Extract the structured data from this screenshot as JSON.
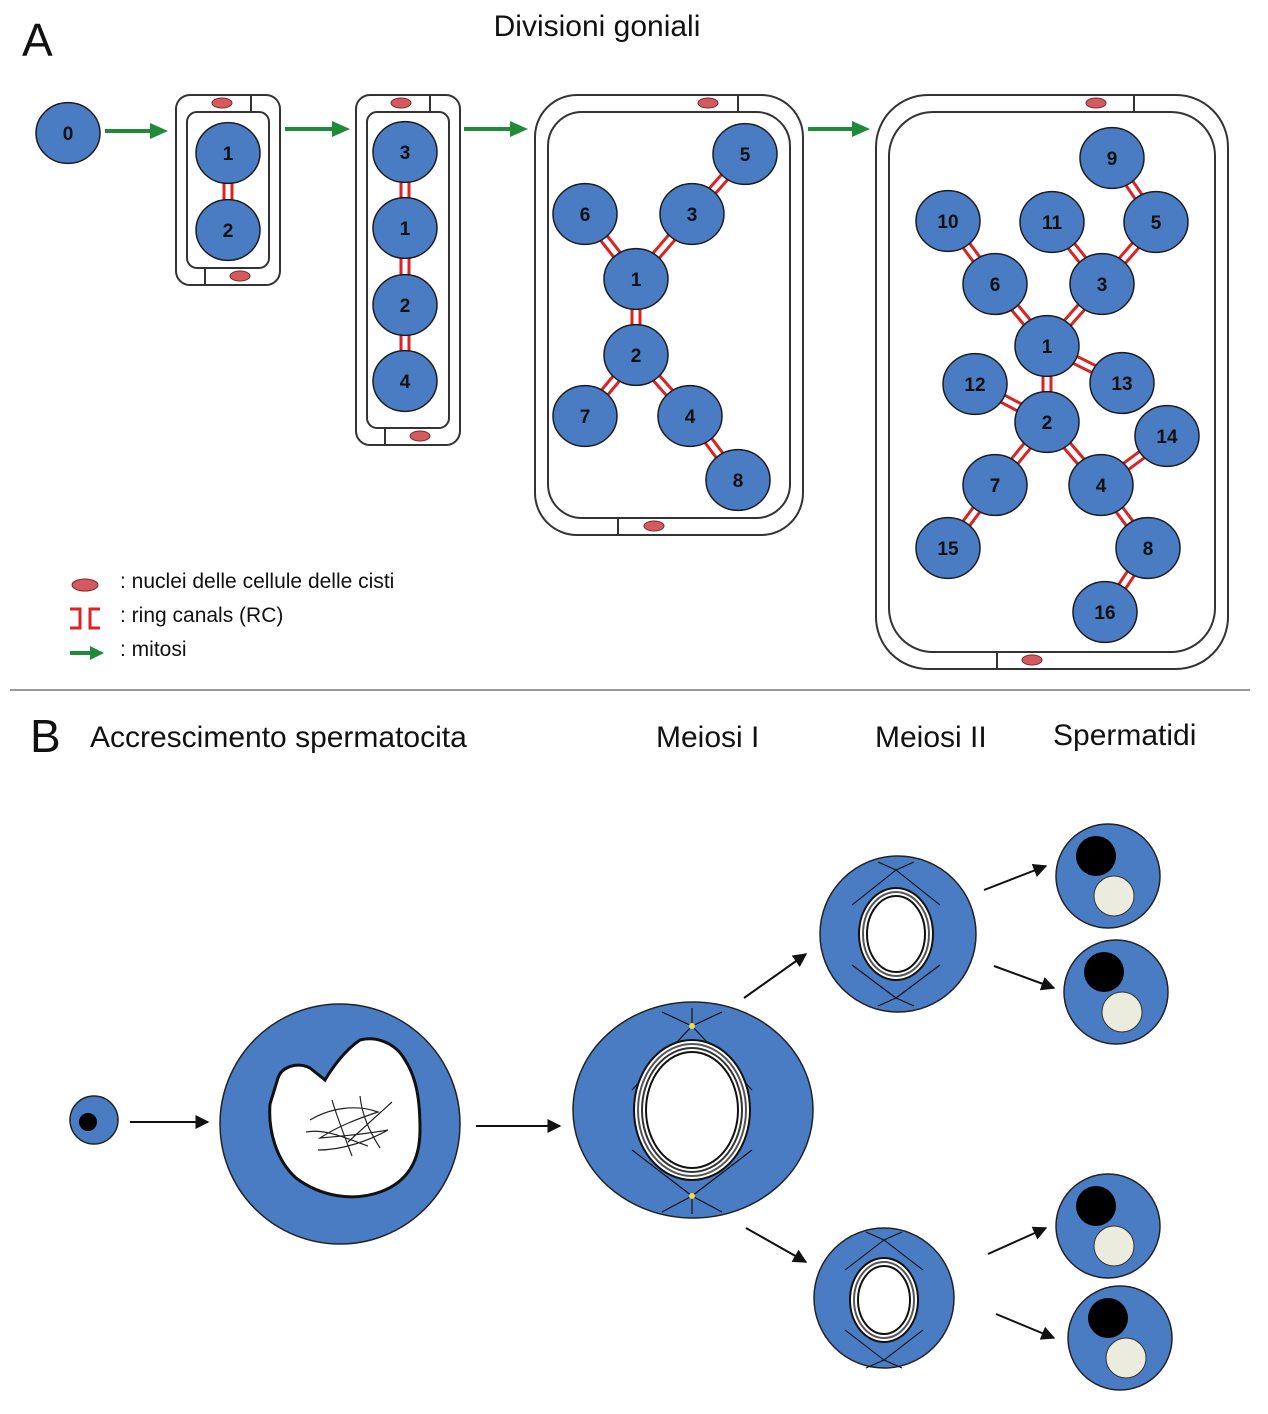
{
  "colors": {
    "cell_blue": "#4a7cc3",
    "ring_canal_red": "#dd2222",
    "nucleus_pink": "#d55a5f",
    "arrow_green": "#1e8a3a",
    "cyst_wall": "#333333"
  },
  "panel_a": {
    "letter": "A",
    "title": "Divisioni goniali",
    "stages": [
      {
        "cell_labels": [
          "0"
        ]
      },
      {
        "cell_labels": [
          "1",
          "2"
        ]
      },
      {
        "cell_labels": [
          "3",
          "1",
          "2",
          "4"
        ]
      },
      {
        "cell_labels": [
          "5",
          "6",
          "3",
          "1",
          "2",
          "7",
          "4",
          "8"
        ]
      },
      {
        "cell_labels": [
          "9",
          "10",
          "11",
          "5",
          "6",
          "3",
          "1",
          "12",
          "13",
          "2",
          "14",
          "7",
          "4",
          "15",
          "8",
          "16"
        ]
      }
    ],
    "legend": [
      {
        "icon": "nucleus-ellipse-icon",
        "label": ": nuclei delle cellule delle cisti"
      },
      {
        "icon": "ring-canal-icon",
        "label": ": ring canals (RC)"
      },
      {
        "icon": "green-arrow-icon",
        "label": ": mitosi"
      }
    ]
  },
  "panel_b": {
    "letter": "B",
    "headings": [
      "Accrescimento spermatocita",
      "Meiosi I",
      "Meiosi II",
      "Spermatidi"
    ]
  }
}
